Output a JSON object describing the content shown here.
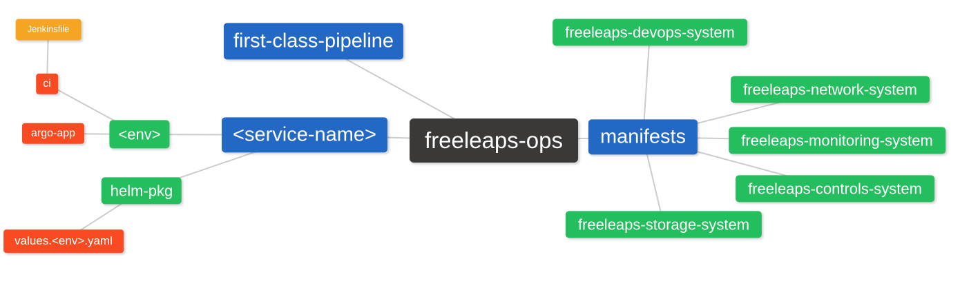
{
  "diagram": {
    "type": "mindmap",
    "background_color": "#ffffff",
    "edge_color": "#cccccc",
    "palette": {
      "root_dark": "#3b3838",
      "branch_blue": "#2368c4",
      "leaf_green": "#24be5e",
      "leaf_red": "#f94a21",
      "leaf_orange": "#f6a522",
      "node_text": "#ffffff"
    },
    "root": "freeleaps_ops",
    "nodes": {
      "freeleaps_ops": {
        "label": "freeleaps-ops",
        "color": "root_dark"
      },
      "first_class_pipeline": {
        "label": "first-class-pipeline",
        "color": "branch_blue"
      },
      "service_name": {
        "label": "<service-name>",
        "color": "branch_blue"
      },
      "manifests": {
        "label": "manifests",
        "color": "branch_blue"
      },
      "env": {
        "label": "<env>",
        "color": "leaf_green"
      },
      "helm_pkg": {
        "label": "helm-pkg",
        "color": "leaf_green"
      },
      "ci": {
        "label": "ci",
        "color": "leaf_red"
      },
      "argo_app": {
        "label": "argo-app",
        "color": "leaf_red"
      },
      "jenkinsfile": {
        "label": "Jenkinsfile",
        "color": "leaf_orange"
      },
      "values_env_yaml": {
        "label": "values.<env>.yaml",
        "color": "leaf_red"
      },
      "devops_system": {
        "label": "freeleaps-devops-system",
        "color": "leaf_green"
      },
      "network_system": {
        "label": "freeleaps-network-system",
        "color": "leaf_green"
      },
      "monitoring_system": {
        "label": "freeleaps-monitoring-system",
        "color": "leaf_green"
      },
      "controls_system": {
        "label": "freeleaps-controls-system",
        "color": "leaf_green"
      },
      "storage_system": {
        "label": "freeleaps-storage-system",
        "color": "leaf_green"
      }
    },
    "edges": [
      [
        "jenkinsfile",
        "ci"
      ],
      [
        "ci",
        "env"
      ],
      [
        "argo_app",
        "env"
      ],
      [
        "env",
        "service_name"
      ],
      [
        "helm_pkg",
        "service_name"
      ],
      [
        "values_env_yaml",
        "helm_pkg"
      ],
      [
        "first_class_pipeline",
        "freeleaps_ops"
      ],
      [
        "service_name",
        "freeleaps_ops"
      ],
      [
        "freeleaps_ops",
        "manifests"
      ],
      [
        "manifests",
        "devops_system"
      ],
      [
        "manifests",
        "network_system"
      ],
      [
        "manifests",
        "monitoring_system"
      ],
      [
        "manifests",
        "controls_system"
      ],
      [
        "manifests",
        "storage_system"
      ]
    ]
  }
}
